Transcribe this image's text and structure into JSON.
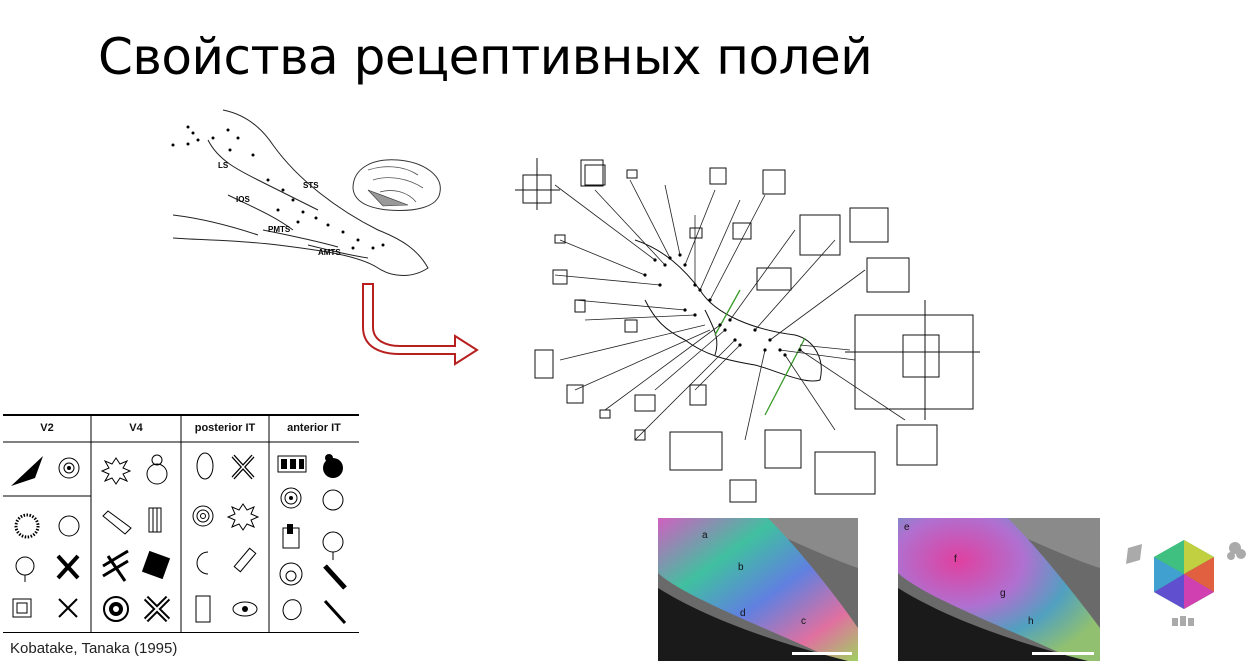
{
  "slide": {
    "title": "Свойства рецептивных полей",
    "citation": "Kobatake, Tanaka (1995)"
  },
  "brain_diagram": {
    "labels": [
      "LS",
      "IOS",
      "STS",
      "PMTS",
      "AMTS"
    ]
  },
  "stimulus_table": {
    "columns": [
      "V2",
      "V4",
      "posterior IT",
      "anterior IT"
    ]
  },
  "feature_maps": {
    "left": {
      "labels": [
        "a",
        "b",
        "c",
        "d"
      ]
    },
    "right": {
      "labels": [
        "e",
        "f",
        "g",
        "h"
      ]
    }
  },
  "colors": {
    "arrow_stroke": "#b82020",
    "green_line": "#3a9a2a",
    "table_border": "#000000"
  }
}
